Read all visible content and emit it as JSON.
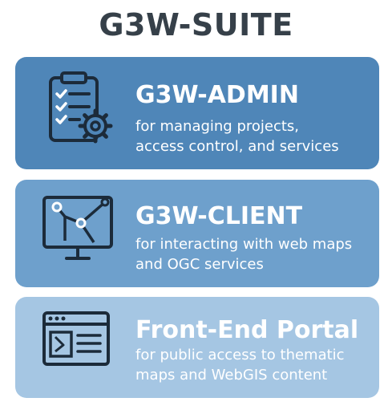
{
  "title": "G3W-SUITE",
  "components": [
    {
      "name": "G3W-ADMIN",
      "description_lines": [
        "for managing projects,",
        "access control, and services"
      ],
      "icon": "clipboard-checklist-gear-icon",
      "color": "#4f86b8"
    },
    {
      "name": "G3W-CLIENT",
      "description_lines": [
        "for interacting with web maps",
        "and OGC services"
      ],
      "icon": "monitor-map-icon",
      "color": "#6ea0cc"
    },
    {
      "name": "Front-End Portal",
      "description_lines": [
        "for public access to thematic",
        "maps and WebGIS content"
      ],
      "icon": "browser-window-icon",
      "color": "#a5c6e3"
    }
  ]
}
